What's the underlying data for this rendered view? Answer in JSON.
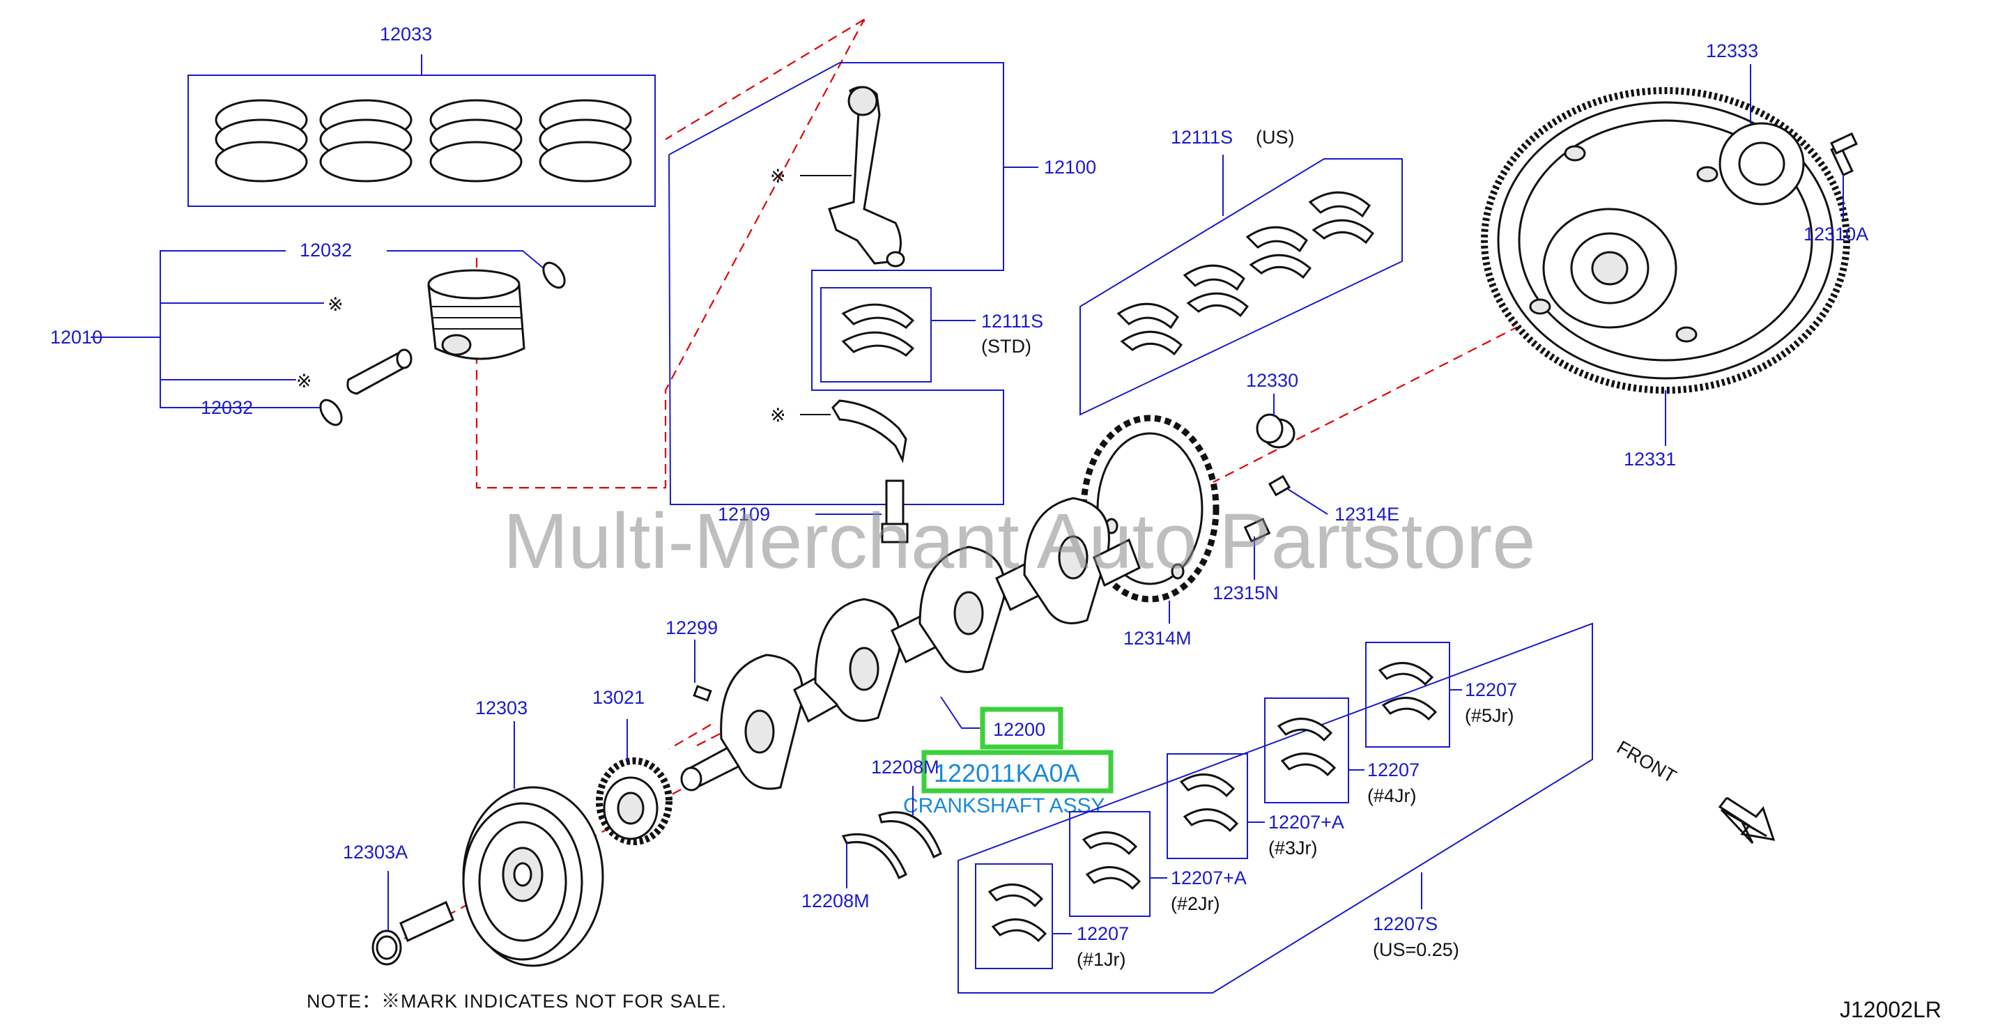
{
  "watermark": "Multi-Merchant Auto Partstore",
  "diagram_code": "J12002LR",
  "note": "NOTE：※MARK  INDICATES  NOT  FOR  SALE.",
  "front_label": "FRONT",
  "not_for_sale_mark": "※",
  "highlight": {
    "part_number": "122011KA0A",
    "part_name": "CRANKSHAFT ASSY",
    "ref_number": "12200"
  },
  "labels": {
    "l12033": "12033",
    "l12032_top": "12032",
    "l12032_bot": "12032",
    "l12010": "12010",
    "l12100": "12100",
    "l12111S_std": "12111S",
    "std": "(STD)",
    "l12111S_us": "12111S",
    "us": "(US)",
    "l12109": "12109",
    "l12333": "12333",
    "l12310A": "12310A",
    "l12331": "12331",
    "l12330": "12330",
    "l12314E": "12314E",
    "l12315N": "12315N",
    "l12314M": "12314M",
    "l12299": "12299",
    "l12303": "12303",
    "l13021": "13021",
    "l12303A": "12303A",
    "l12208M_top": "12208M",
    "l12208M_bot": "12208M",
    "l12207_5": "12207",
    "jr5": "(#5Jr)",
    "l12207_4": "12207",
    "jr4": "(#4Jr)",
    "l12207A_3": "12207+A",
    "jr3": "(#3Jr)",
    "l12207A_2": "12207+A",
    "jr2": "(#2Jr)",
    "l12207_1": "12207",
    "jr1": "(#1Jr)",
    "l12207S": "12207S",
    "us025": "(US=0.25)"
  },
  "colors": {
    "label_blue": "#1a1acc",
    "highlight_green": "#3cd03c",
    "center_line_red": "#e00000",
    "part_number_blue": "#1a8ad8"
  }
}
